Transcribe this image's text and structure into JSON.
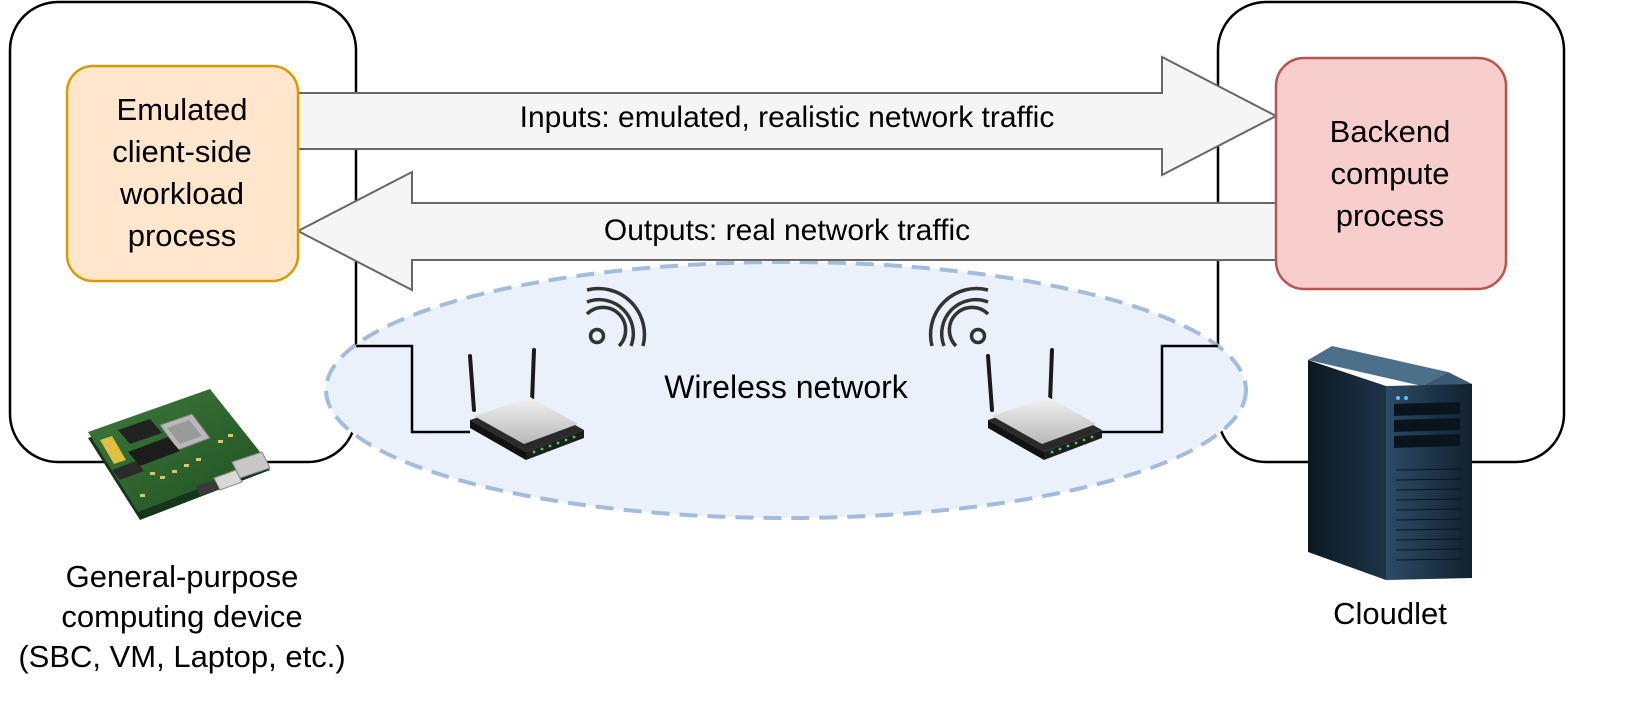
{
  "client_process": {
    "lines": [
      "Emulated",
      "client-side",
      "workload",
      "process"
    ]
  },
  "backend_process": {
    "lines": [
      "Backend",
      "compute",
      "process"
    ]
  },
  "arrows": {
    "inputs": "Inputs: emulated, realistic network traffic",
    "outputs": "Outputs: real network traffic"
  },
  "network": {
    "label": "Wireless network"
  },
  "client_device": {
    "lines": [
      "General-purpose",
      "computing device",
      "(SBC, VM, Laptop, etc.)"
    ]
  },
  "server_device": {
    "label": "Cloudlet"
  },
  "colors": {
    "client_fill": "#ffe6cc",
    "client_stroke": "#d79b00",
    "backend_fill": "#f8cecc",
    "backend_stroke": "#b85450",
    "arrow_fill": "#f5f5f5",
    "arrow_stroke": "#666666",
    "network_fill": "#eaf1fb",
    "network_stroke": "#a4bcdc"
  }
}
